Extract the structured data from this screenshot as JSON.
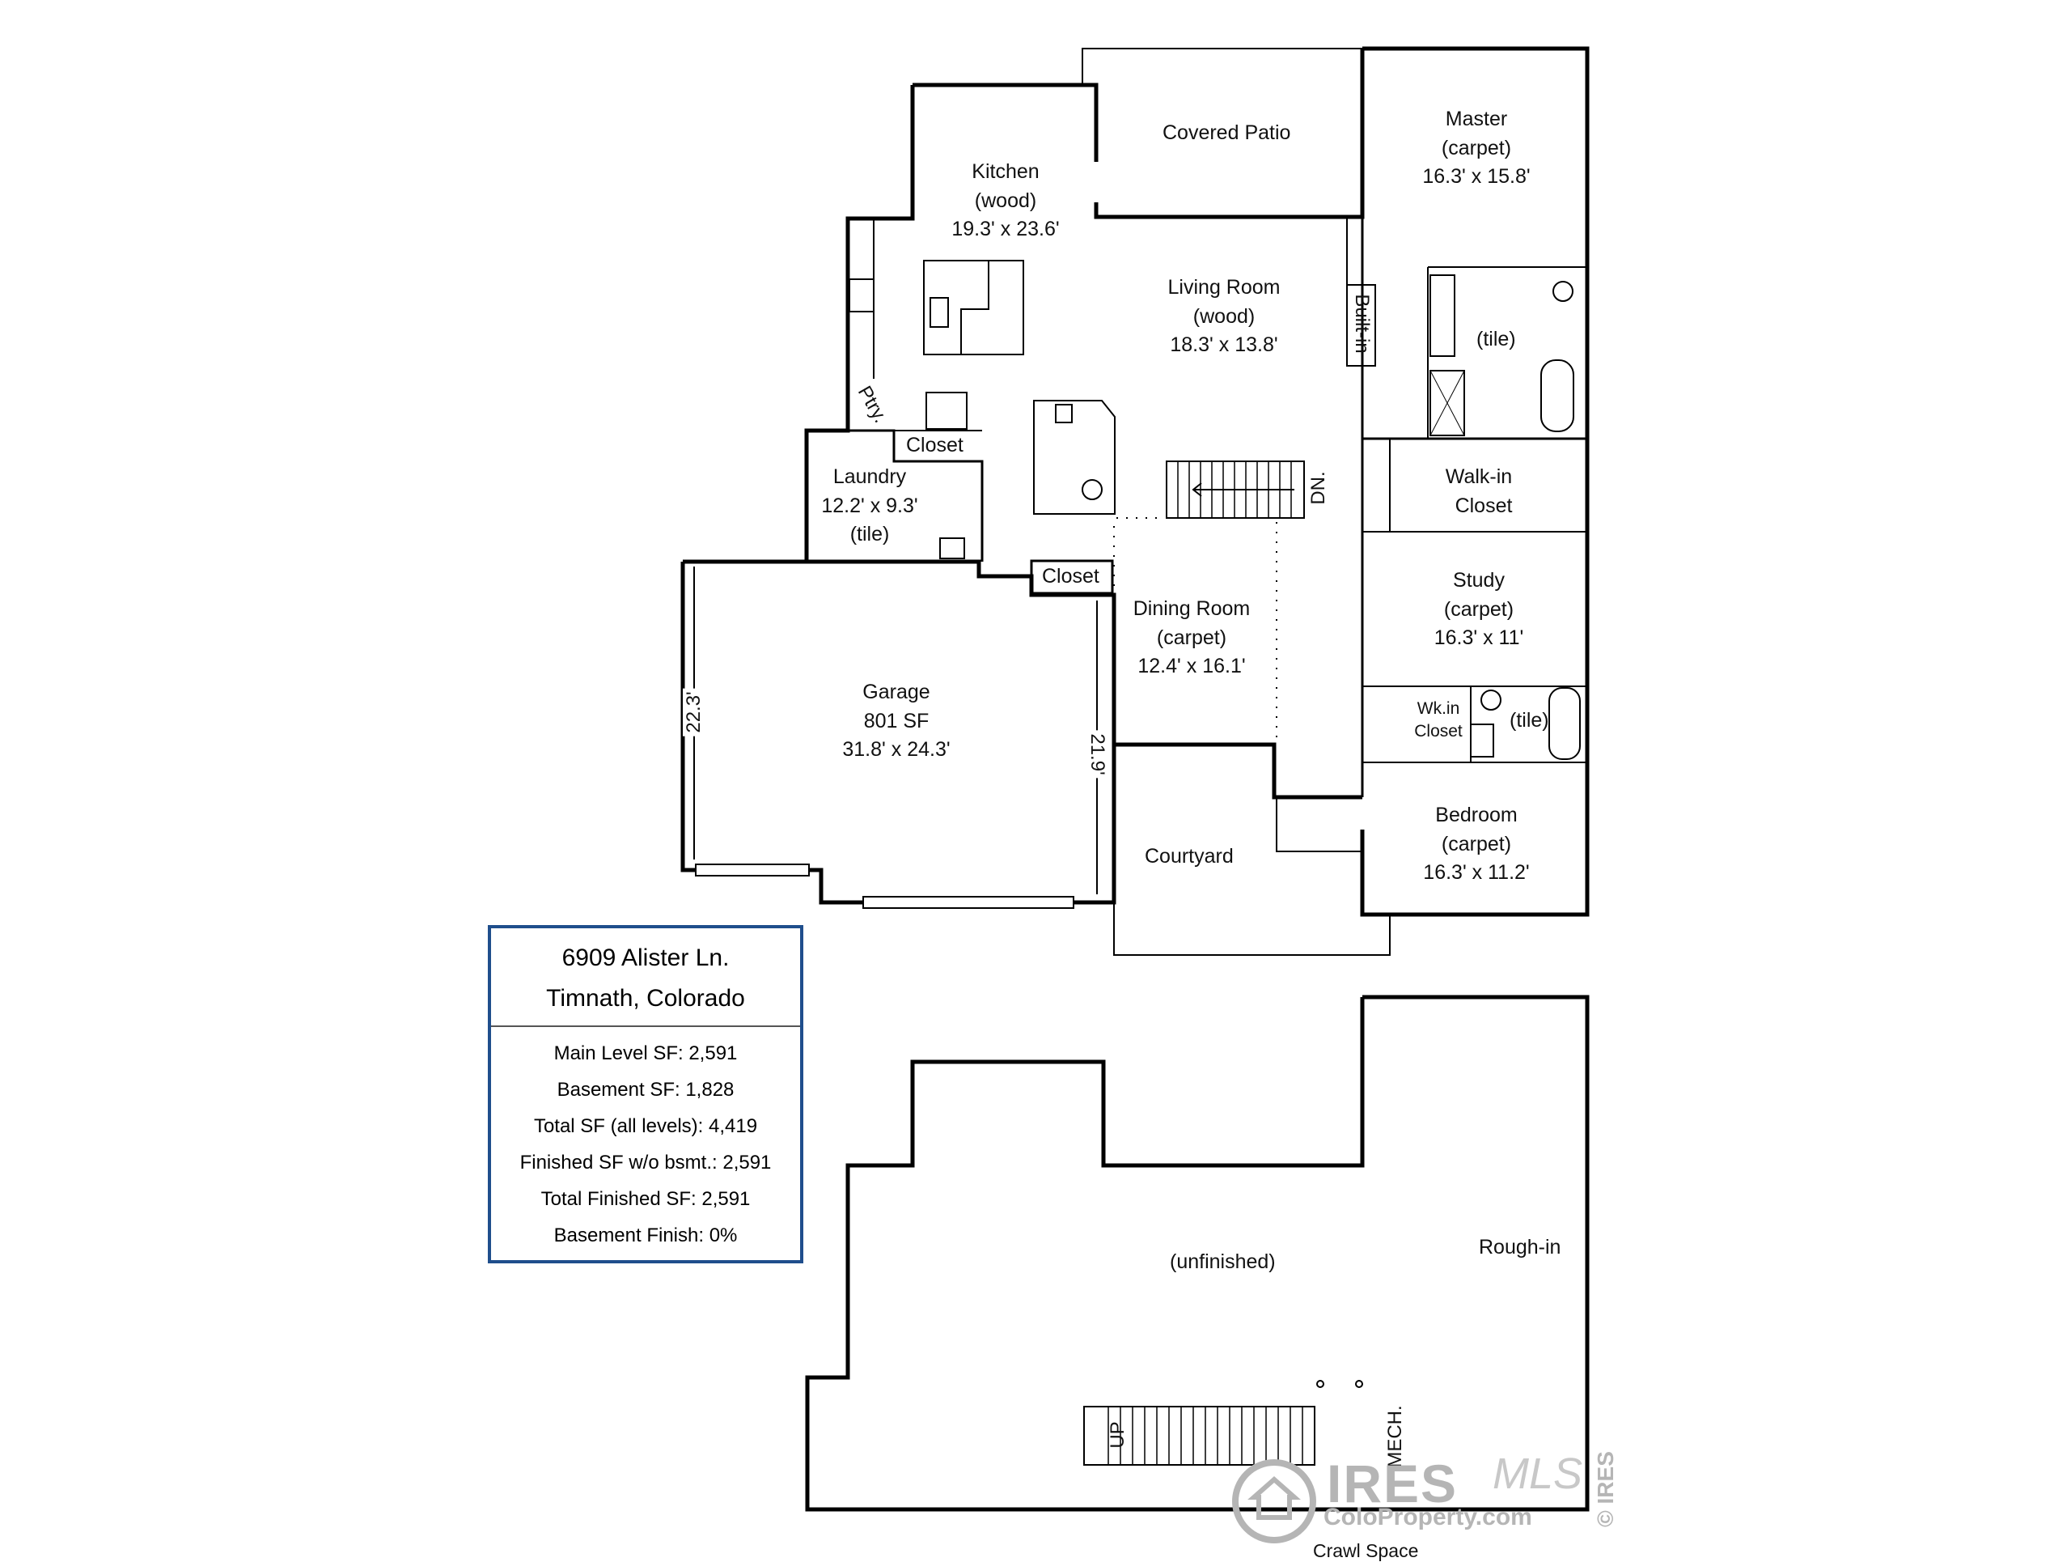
{
  "rooms": {
    "covered_patio": {
      "name": "Covered Patio"
    },
    "master": {
      "name": "Master",
      "floor": "(carpet)",
      "dims": "16.3' x 15.8'"
    },
    "kitchen": {
      "name": "Kitchen",
      "floor": "(wood)",
      "dims": "19.3' x 23.6'"
    },
    "living": {
      "name": "Living Room",
      "floor": "(wood)",
      "dims": "18.3' x 13.8'"
    },
    "master_bath": {
      "floor": "(tile)"
    },
    "walkin": {
      "name": "Walk-in",
      "name2": "Closet"
    },
    "laundry": {
      "name": "Laundry",
      "dims": "12.2' x 9.3'",
      "floor": "(tile)"
    },
    "closet1": {
      "name": "Closet"
    },
    "closet2": {
      "name": "Closet"
    },
    "pantry": {
      "name": "Ptry."
    },
    "builtin": {
      "name": "Built-in"
    },
    "stairs_down": {
      "name": "DN."
    },
    "dining": {
      "name": "Dining Room",
      "floor": "(carpet)",
      "dims": "12.4' x 16.1'"
    },
    "study": {
      "name": "Study",
      "floor": "(carpet)",
      "dims": "16.3' x 11'"
    },
    "wkin2": {
      "name": "Wk.in",
      "name2": "Closet"
    },
    "bath2": {
      "floor": "(tile)"
    },
    "garage": {
      "name": "Garage",
      "area": "801 SF",
      "dims": "31.8' x 24.3'",
      "dim_left": "22.3'",
      "dim_right": "21.9'"
    },
    "courtyard": {
      "name": "Courtyard"
    },
    "bedroom": {
      "name": "Bedroom",
      "floor": "(carpet)",
      "dims": "16.3' x 11.2'"
    }
  },
  "basement": {
    "unfinished": "(unfinished)",
    "rough_in": "Rough-in",
    "stairs_up": "UP",
    "mech": "MECH.",
    "crawl": "Crawl Space"
  },
  "info": {
    "address": "6909 Alister Ln.",
    "city": "Timnath, Colorado",
    "rows": [
      "Main Level SF: 2,591",
      "Basement SF: 1,828",
      "Total SF (all levels): 4,419",
      "Finished SF w/o bsmt.: 2,591",
      "Total Finished SF: 2,591",
      "Basement Finish: 0%"
    ]
  },
  "watermark": {
    "brand": "IRES",
    "mls": "MLS",
    "site": "ColoProperty.com",
    "side": "© IRES"
  },
  "colors": {
    "wall": "#000000",
    "info_border": "#1f4e8c",
    "watermark": "#b5b5b5"
  }
}
